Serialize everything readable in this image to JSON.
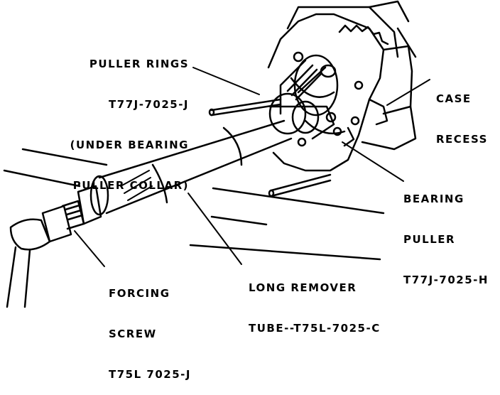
{
  "callouts": {
    "puller_rings": [
      "PULLER RINGS",
      "T77J-7025-J",
      "(UNDER BEARING",
      "PULLER COLLAR)"
    ],
    "case_recess": [
      "CASE",
      "RECESS"
    ],
    "bearing_puller": [
      "BEARING",
      "PULLER",
      "T77J-7025-H"
    ],
    "long_remover_tube": [
      "LONG REMOVER",
      "TUBE--T75L-7025-C"
    ],
    "forcing_screw": [
      "FORCING",
      "SCREW",
      "T75L 7025-J"
    ]
  }
}
